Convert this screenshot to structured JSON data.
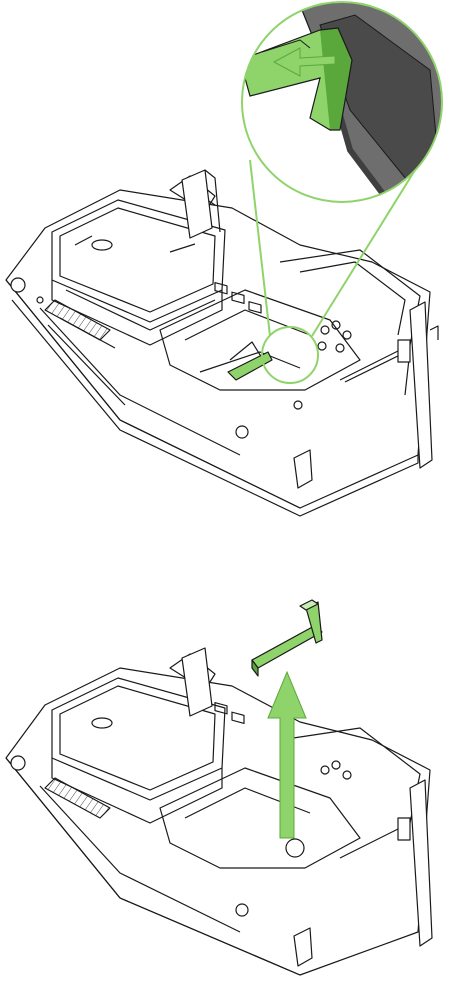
{
  "figure": {
    "panels": [
      {
        "step": "release-latch",
        "callout": "zoomed-latch-view",
        "arrow": "pull-left"
      },
      {
        "step": "lift-out-part",
        "arrow": "lift-up"
      }
    ]
  },
  "colors": {
    "line": "#1a1a1a",
    "accent_green": "#8fd36b",
    "accent_green_dark": "#5aa83b",
    "accent_green_light": "#c9eeb2",
    "callout_grey": "#6e6e6e",
    "callout_grey_dark": "#3f3f3f",
    "background": "#ffffff"
  }
}
